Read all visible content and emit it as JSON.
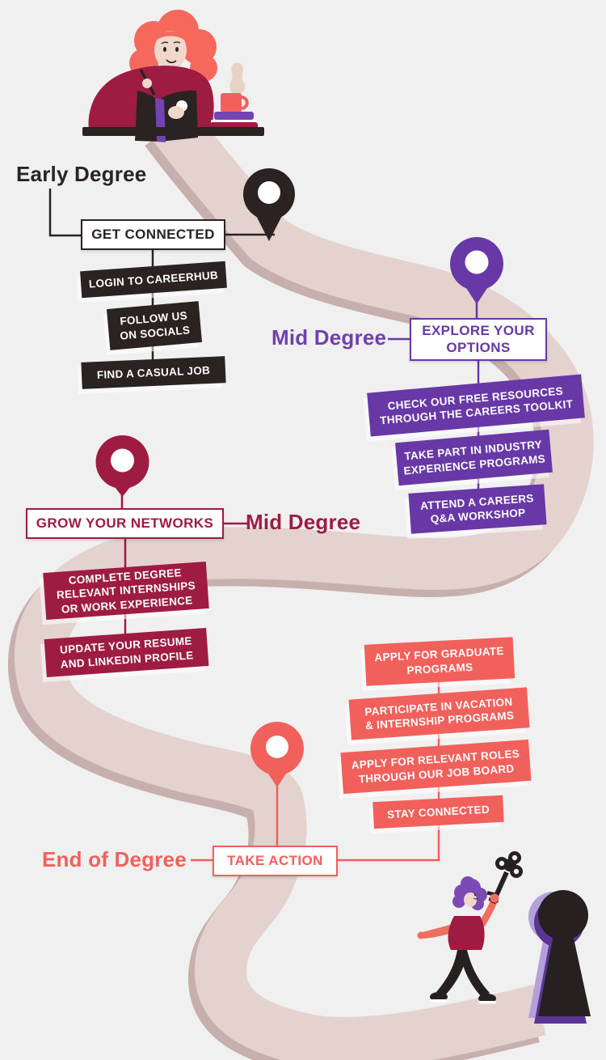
{
  "palette": {
    "background": "#F1F0F0",
    "road": "#E3D2CE",
    "road_shadow": "#C6AFAC",
    "black": "#2A2321",
    "purple": "#6838A6",
    "purple_label": "#7140B0",
    "maroon": "#9E1B41",
    "coral": "#F2605C",
    "white": "#FFFFFF",
    "lilac": "#B4A1DA",
    "deep_purple": "#5C3496",
    "skin": "#EFD7CB",
    "hair_coral": "#F4695C",
    "hair_purple": "#7B4AB5"
  },
  "stages": [
    {
      "id": "early-degree",
      "label": "Early Degree",
      "heading": "GET CONNECTED",
      "color": "#2A2321",
      "items": [
        "LOGIN TO CAREERHUB",
        "FOLLOW US\nON SOCIALS",
        "FIND A CASUAL JOB"
      ]
    },
    {
      "id": "mid-degree-explore",
      "label": "Mid Degree",
      "heading": "EXPLORE YOUR\nOPTIONS",
      "color": "#6838A6",
      "items": [
        "CHECK OUR FREE RESOURCES\nTHROUGH THE CAREERS TOOLKIT",
        "TAKE PART IN INDUSTRY\nEXPERIENCE PROGRAMS",
        "ATTEND A CAREERS\nQ&A WORKSHOP"
      ]
    },
    {
      "id": "mid-degree-grow",
      "label": "Mid Degree",
      "heading": "GROW YOUR NETWORKS",
      "color": "#9E1B41",
      "items": [
        "COMPLETE DEGREE\nRELEVANT INTERNSHIPS\nOR WORK EXPERIENCE",
        "UPDATE YOUR RESUME\nAND LINKEDIN PROFILE"
      ]
    },
    {
      "id": "end-of-degree",
      "label": "End of Degree",
      "heading": "TAKE ACTION",
      "color": "#F2605C",
      "items": [
        "APPLY FOR GRADUATE\nPROGRAMS",
        "PARTICIPATE IN VACATION\n& INTERNSHIP PROGRAMS",
        "APPLY FOR RELEVANT ROLES\nTHROUGH OUR JOB BOARD",
        "STAY CONNECTED"
      ]
    }
  ],
  "icons": [
    {
      "name": "map-pin-icon",
      "color": "#2A2321"
    },
    {
      "name": "map-pin-icon",
      "color": "#6838A6"
    },
    {
      "name": "map-pin-icon",
      "color": "#9E1B41"
    },
    {
      "name": "map-pin-icon",
      "color": "#F2605C"
    }
  ],
  "illustrations": [
    {
      "name": "student-studying-illustration"
    },
    {
      "name": "graduate-with-key-illustration"
    },
    {
      "name": "winding-road-path"
    },
    {
      "name": "keyhole-door"
    }
  ]
}
